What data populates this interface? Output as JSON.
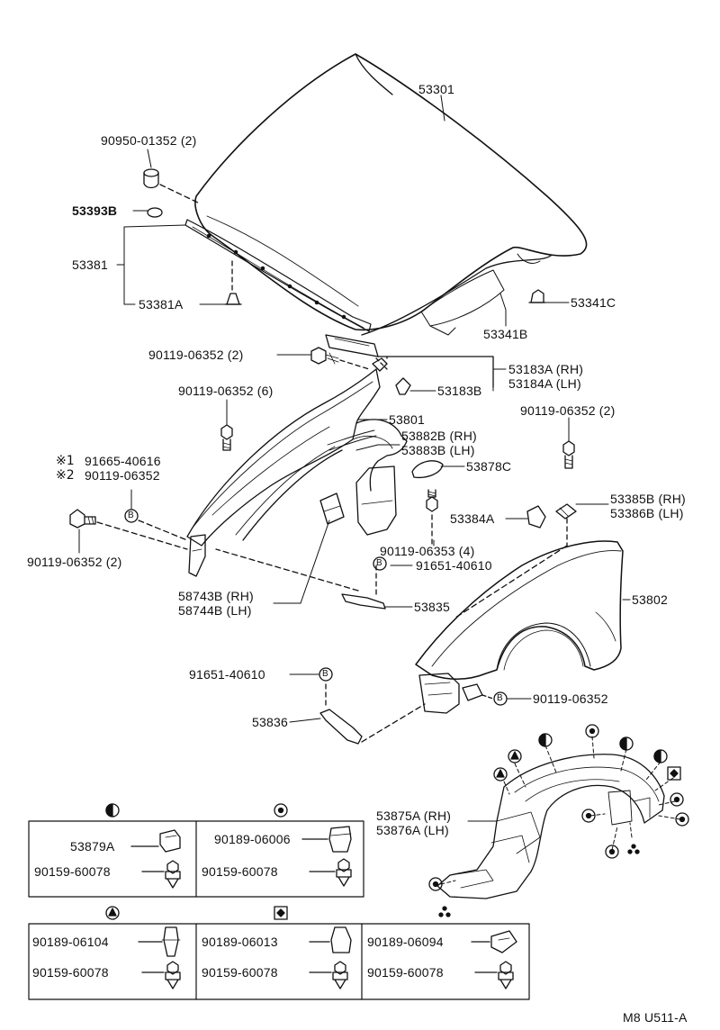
{
  "colors": {
    "ink": "#111111",
    "paper": "#ffffff"
  },
  "labels": {
    "p53301": "53301",
    "p90950": "90950-01352 (2)",
    "p53393b": "53393B",
    "p53381": "53381",
    "p53381a": "53381A",
    "p53341c": "53341C",
    "p53341b": "53341B",
    "p90119_2a": "90119-06352 (2)",
    "p53183a": "53183A (RH)",
    "p53184a": "53184A (LH)",
    "p53183b": "53183B",
    "p90119_6": "90119-06352 (6)",
    "p53801": "53801",
    "p90119_2b": "90119-06352 (2)",
    "p53882b": "53882B (RH)",
    "p53883b": "53883B (LH)",
    "n1_mark": "※1",
    "n1_part": "91665-40616",
    "n2_mark": "※2",
    "n2_part": "90119-06352",
    "p53878c": "53878C",
    "p53384a": "53384A",
    "p53385b": "53385B (RH)",
    "p53386b": "53386B (LH)",
    "p90119_2c": "90119-06352 (2)",
    "p90119_06353": "90119-06353 (4)",
    "p91651_a": "91651-40610",
    "p58743b": "58743B (RH)",
    "p58744b": "58744B (LH)",
    "p53835": "53835",
    "p53802": "53802",
    "p91651_b": "91651-40610",
    "p90119_single": "90119-06352",
    "p53836": "53836",
    "p53875a": "53875A (RH)",
    "p53876a": "53876A (LH)",
    "p53879a": "53879A",
    "p90159_1": "90159-60078",
    "p90189_06006": "90189-06006",
    "p90159_2": "90159-60078",
    "p90189_06104": "90189-06104",
    "p90159_3": "90159-60078",
    "p90189_06013": "90189-06013",
    "p90159_4": "90159-60078",
    "p90189_06094": "90189-06094",
    "p90159_5": "90159-60078",
    "diagram_code": "M8 U511-A",
    "b_circle": "B"
  }
}
